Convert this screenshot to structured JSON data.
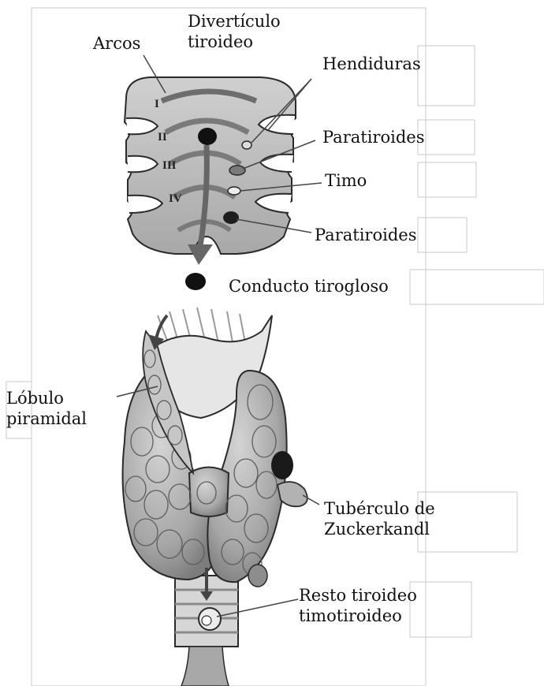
{
  "labels": {
    "arcos": "Arcos",
    "diverticulo_line1": "Divertículo",
    "diverticulo_line2": "tiroideo",
    "hendiduras": "Hendiduras",
    "paratiroides_upper": "Paratiroides",
    "timo": "Timo",
    "paratiroides_lower": "Paratiroides",
    "conducto": "Conducto tirogloso",
    "lobulo_line1": "Lóbulo",
    "lobulo_line2": "piramidal",
    "tuberculo_line1": "Tubérculo de",
    "tuberculo_line2": "Zuckerkandl",
    "resto_line1": "Resto tiroideo",
    "resto_line2": "timotiroideo"
  },
  "arch_numerals": [
    "I",
    "II",
    "III",
    "IV"
  ],
  "colors": {
    "tissue": "#b9b9b9",
    "tissue_dark": "#8f8f8f",
    "outline": "#2a2a2a",
    "gland_dark": "#1a1a1a",
    "paratiroides_fill": "#7a7a7a"
  }
}
